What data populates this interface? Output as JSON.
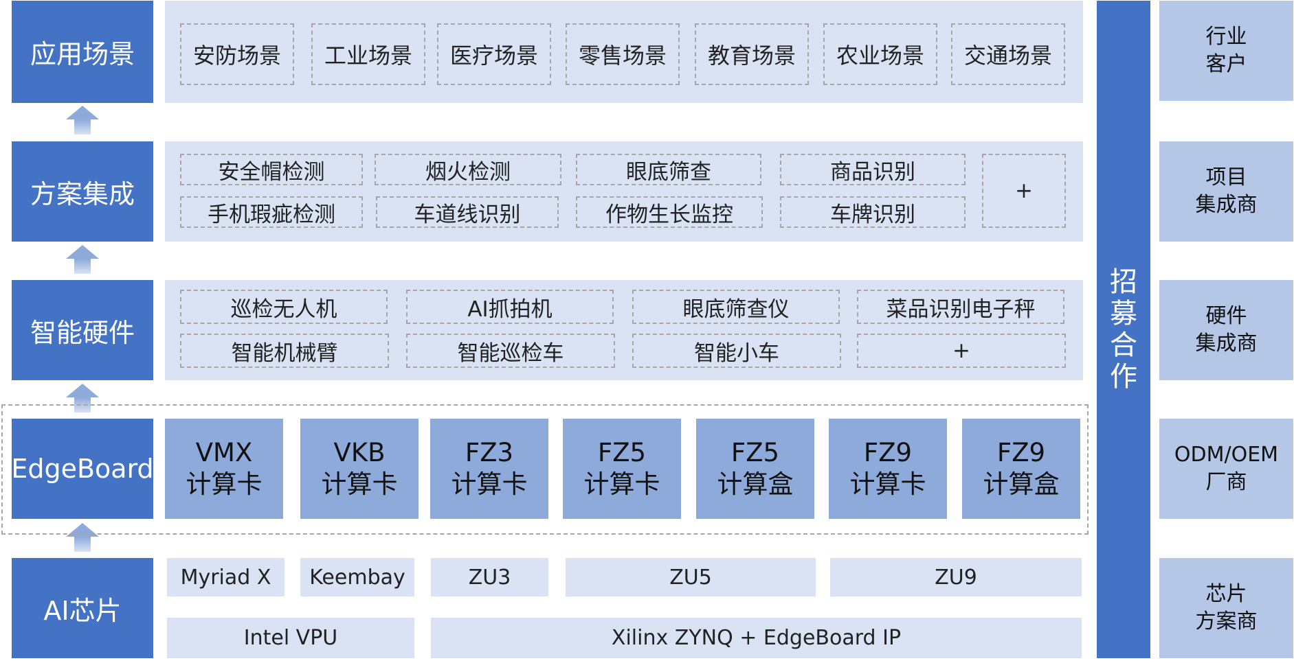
{
  "layers": {
    "application": "应用场景",
    "solution": "方案集成",
    "hardware": "智能硬件",
    "board": "EdgeBoard",
    "chip": "AI芯片"
  },
  "scenes": [
    "安防场景",
    "工业场景",
    "医疗场景",
    "零售场景",
    "教育场景",
    "农业场景",
    "交通场景"
  ],
  "solutions": {
    "row1": [
      "安全帽检测",
      "烟火检测",
      "眼底筛查",
      "商品识别"
    ],
    "row2": [
      "手机瑕疵检测",
      "车道线识别",
      "作物生长监控",
      "车牌识别"
    ],
    "more": "+"
  },
  "hardware": {
    "row1": [
      "巡检无人机",
      "AI抓拍机",
      "眼底筛查仪",
      "菜品识别电子秤"
    ],
    "row2": [
      "智能机械臂",
      "智能巡检车",
      "智能小车",
      "+"
    ]
  },
  "boards": [
    {
      "name": "VMX",
      "type": "计算卡"
    },
    {
      "name": "VKB",
      "type": "计算卡"
    },
    {
      "name": "FZ3",
      "type": "计算卡"
    },
    {
      "name": "FZ5",
      "type": "计算卡"
    },
    {
      "name": "FZ5",
      "type": "计算盒"
    },
    {
      "name": "FZ9",
      "type": "计算卡"
    },
    {
      "name": "FZ9",
      "type": "计算盒"
    }
  ],
  "chips": {
    "top": [
      "Myriad X",
      "Keembay",
      "ZU3",
      "ZU5",
      "ZU9"
    ],
    "bottom": [
      "Intel VPU",
      "Xilinx ZYNQ + EdgeBoard IP"
    ]
  },
  "recruit": [
    "招",
    "募",
    "合",
    "作"
  ],
  "partners": [
    {
      "line1": "行业",
      "line2": "客户"
    },
    {
      "line1": "项目",
      "line2": "集成商"
    },
    {
      "line1": "硬件",
      "line2": "集成商"
    },
    {
      "line1": "ODM/OEM",
      "line2": "厂商"
    },
    {
      "line1": "芯片",
      "line2": "方案商"
    }
  ],
  "colors": {
    "primary": "#4472c4",
    "card": "#8eaadb",
    "panel": "#dae3f3",
    "partner": "#b4c7e7"
  }
}
